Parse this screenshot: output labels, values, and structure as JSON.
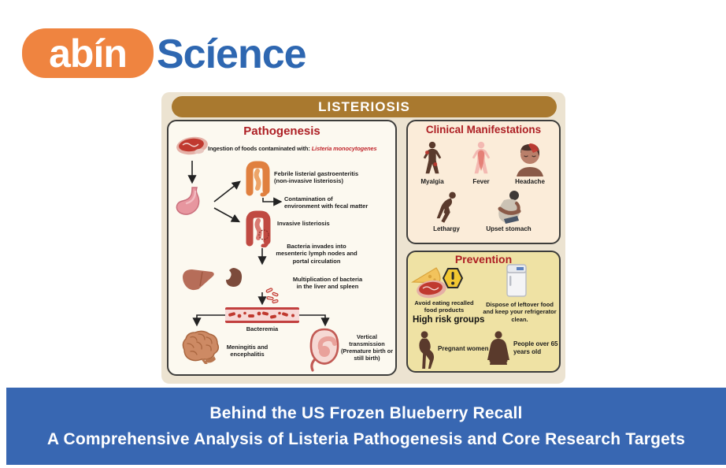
{
  "brand": {
    "logo_text": "abín",
    "logo_suffix": "Scíence"
  },
  "colors": {
    "logo_orange": "#ef8440",
    "brand_blue": "#2e67b1",
    "banner_blue": "#3867b2",
    "header_brown": "#a9792f",
    "canvas_beige": "#ece3d1",
    "title_red": "#ad1f24",
    "pathogen_red": "#c1272d",
    "panel_cream": "#fcf9f0",
    "panel_peach": "#fbecd9",
    "panel_yellow": "#efe2a4"
  },
  "diagram": {
    "title": "LISTERIOSIS",
    "pathogenesis": {
      "title": "Pathogenesis",
      "ingestion_label": "Ingestion of foods contaminated with:",
      "pathogen": "Listeria monocytogenes",
      "febrile": "Febrile listerial gastroenteritis\n(non-invasive listeriosis)",
      "contamination": "Contamination of\nenvironment with fecal matter",
      "invasive": "Invasive listeriosis",
      "bacteria_invades": "Bacteria invades into\nmesenteric lymph nodes and\nportal circulation",
      "multiplication": "Multiplication of bacteria\nin the liver and spleen",
      "bacteremia": "Bacteremia",
      "meningitis": "Meningitis and\nencephalitis",
      "vertical": "Vertical\ntransmission\n(Premature birth or\nstill birth)"
    },
    "clinical": {
      "title": "Clinical Manifestations",
      "symptoms": [
        "Myalgia",
        "Fever",
        "Headache",
        "Lethargy",
        "Upset stomach"
      ]
    },
    "prevention": {
      "title": "Prevention",
      "warning_glyph": "!",
      "avoid": "Avoid eating recalled\nfood products",
      "dispose": "Dispose of leftover food\nand keep your refrigerator\nclean.",
      "high_risk_title": "High risk groups",
      "groups": [
        "Pregnant women",
        "People over 65\nyears old"
      ]
    }
  },
  "banner": {
    "line1": "Behind the US Frozen Blueberry Recall",
    "line2": "A Comprehensive Analysis of Listeria Pathogenesis and Core Research Targets"
  }
}
